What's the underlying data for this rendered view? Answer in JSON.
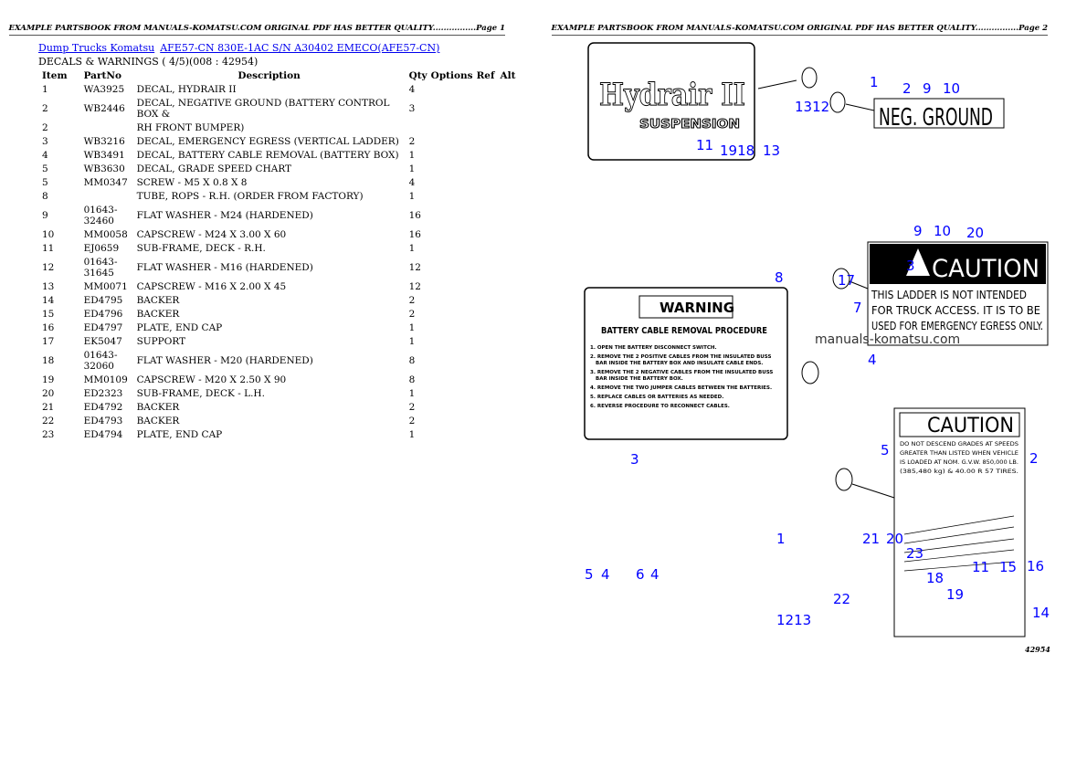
{
  "header": {
    "page1": "EXAMPLE PARTSBOOK FROM MANUALS-KOMATSU.COM ORIGINAL PDF HAS BETTER QUALITY................Page 1",
    "page2": "EXAMPLE PARTSBOOK FROM MANUALS-KOMATSU.COM ORIGINAL PDF HAS BETTER QUALITY................Page 2"
  },
  "breadcrumb": {
    "link1": "Dump Trucks Komatsu",
    "link2": "AFE57-CN 830E-1AC S/N A30402 EMECO(AFE57-CN)"
  },
  "subtitle": "DECALS & WARNINGS ( 4/5)(008 : 42954)",
  "columns": [
    "Item",
    "PartNo",
    "Description",
    "Qty",
    "Options",
    "Ref",
    "Alt"
  ],
  "rows": [
    [
      "1",
      "WA3925",
      "DECAL, HYDRAIR II",
      "4"
    ],
    [
      "2",
      "WB2446",
      "DECAL, NEGATIVE GROUND (BATTERY CONTROL BOX &",
      "3"
    ],
    [
      "2",
      "",
      "RH FRONT BUMPER)",
      ""
    ],
    [
      "3",
      "WB3216",
      "DECAL, EMERGENCY EGRESS (VERTICAL LADDER)",
      "2"
    ],
    [
      "4",
      "WB3491",
      "DECAL, BATTERY CABLE REMOVAL (BATTERY BOX)",
      "1"
    ],
    [
      "5",
      "WB3630",
      "DECAL, GRADE SPEED CHART",
      "1"
    ],
    [
      "5",
      "MM0347",
      "SCREW - M5 X 0.8 X 8",
      "4"
    ],
    [
      "8",
      "",
      "TUBE, ROPS - R.H. (ORDER FROM FACTORY)",
      "1"
    ],
    [
      "9",
      "01643-32460",
      "FLAT WASHER - M24 (HARDENED)",
      "16"
    ],
    [
      "10",
      "MM0058",
      "CAPSCREW - M24 X 3.00 X 60",
      "16"
    ],
    [
      "11",
      "EJ0659",
      "SUB-FRAME, DECK - R.H.",
      "1"
    ],
    [
      "12",
      "01643-31645",
      "FLAT WASHER - M16 (HARDENED)",
      "12"
    ],
    [
      "13",
      "MM0071",
      "CAPSCREW - M16 X 2.00 X 45",
      "12"
    ],
    [
      "14",
      "ED4795",
      "BACKER",
      "2"
    ],
    [
      "15",
      "ED4796",
      "BACKER",
      "2"
    ],
    [
      "16",
      "ED4797",
      "PLATE, END CAP",
      "1"
    ],
    [
      "17",
      "EK5047",
      "SUPPORT",
      "1"
    ],
    [
      "18",
      "01643-32060",
      "FLAT WASHER - M20 (HARDENED)",
      "8"
    ],
    [
      "19",
      "MM0109",
      "CAPSCREW - M20 X 2.50 X 90",
      "8"
    ],
    [
      "20",
      "ED2323",
      "SUB-FRAME, DECK - L.H.",
      "1"
    ],
    [
      "21",
      "ED4792",
      "BACKER",
      "2"
    ],
    [
      "22",
      "ED4793",
      "BACKER",
      "2"
    ],
    [
      "23",
      "ED4794",
      "PLATE, END CAP",
      "1"
    ]
  ],
  "diagram": {
    "decal_hydrair": "Hydrair II",
    "decal_suspension": "SUSPENSION",
    "decal_neg": "NEG. GROUND",
    "decal_warning": "WARNING",
    "decal_warning_title": "BATTERY CABLE REMOVAL PROCEDURE",
    "decal_warning_steps": [
      "1. OPEN THE BATTERY DISCONNECT SWITCH.",
      "2. REMOVE THE 2 POSITIVE CABLES FROM THE INSULATED BUSS BAR INSIDE THE BATTERY BOX AND INSULATE CABLE ENDS.",
      "3. REMOVE THE 2 NEGATIVE CABLES FROM THE INSULATED BUSS BAR INSIDE THE BATTERY BOX.",
      "4. REMOVE THE TWO JUMPER CABLES BETWEEN THE BATTERIES.",
      "5. REPLACE CABLES OR BATTERIES AS NEEDED.",
      "6. REVERSE PROCEDURE TO RECONNECT CABLES."
    ],
    "decal_caution1": "CAUTION",
    "decal_caution1_text": [
      "THIS LADDER IS NOT INTENDED",
      "FOR TRUCK ACCESS.  IT IS TO BE",
      "USED FOR EMERGENCY EGRESS ONLY."
    ],
    "decal_caution2": "CAUTION",
    "decal_caution2_text": [
      "DO NOT DESCEND GRADES AT SPEEDS",
      "GREATER THAN LISTED WHEN VEHICLE",
      "IS LOADED AT NOM. G.V.W. 850,000 LB.",
      "(385,480 kg) & 40.00 R 57 TIRES."
    ],
    "watermark": "manuals-komatsu.com",
    "page_number": "42954",
    "callouts": [
      "1",
      "1312",
      "2",
      "9",
      "10",
      "13",
      "1918",
      "11",
      "20",
      "8",
      "17",
      "3",
      "9",
      "10",
      "7",
      "4",
      "3",
      "5",
      "2",
      "1",
      "21",
      "20",
      "23",
      "11",
      "15",
      "16",
      "5",
      "4",
      "6",
      "4",
      "18",
      "19",
      "22",
      "1213",
      "14"
    ]
  }
}
